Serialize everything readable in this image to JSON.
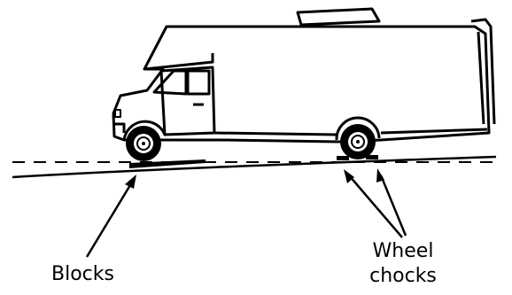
{
  "labels": {
    "blocks": "Blocks",
    "wheel_chocks_line1": "Wheel",
    "wheel_chocks_line2": "chocks"
  },
  "colors": {
    "ink": "#000000",
    "background": "#ffffff"
  }
}
